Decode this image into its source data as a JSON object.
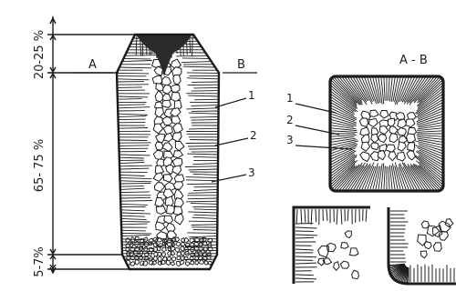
{
  "dimension_labels": {
    "top_zone": "20-25 %",
    "middle_zone": "65- 75 %",
    "bottom_zone": "5-7%"
  },
  "section_line": {
    "left_label": "A",
    "right_label": "B"
  },
  "section_title": "A - B",
  "ingot_callouts": [
    "1",
    "2",
    "3"
  ],
  "section_callouts": [
    "1",
    "2",
    "3"
  ],
  "colors": {
    "ink": "#1b1b1b",
    "shrinkage_cavity": "#2a2a2a",
    "background": "#ffffff"
  }
}
